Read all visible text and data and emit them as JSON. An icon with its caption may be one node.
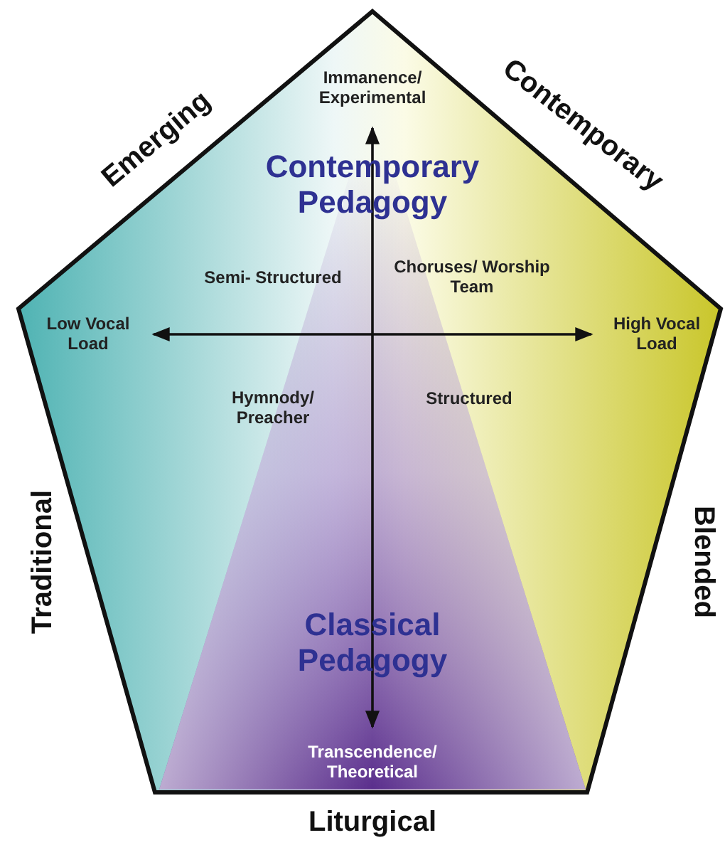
{
  "diagram": {
    "labels": [
      "Emerging",
      "Contemporary",
      "Immanence/ Experimental",
      "Contemporary Pedagogy",
      "Semi- Structured",
      "Choruses/ Worship Team",
      "Low Vocal Load",
      "High Vocal Load",
      "Hymnody/ Preacher",
      "Structured",
      "Traditional",
      "Blended",
      "Classical Pedagogy",
      "Transcendence/ Theoretical",
      "Liturgical"
    ]
  }
}
